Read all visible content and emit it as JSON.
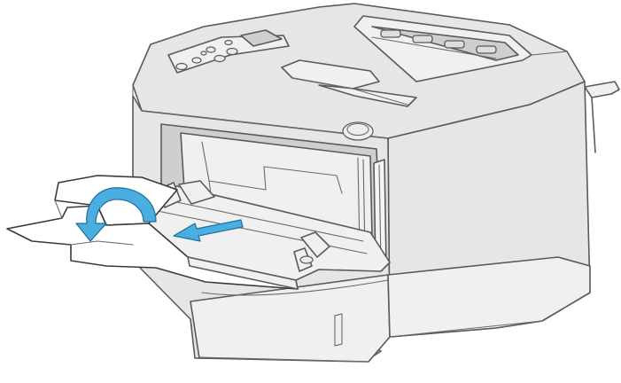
{
  "figure": {
    "subject": "printer-multipurpose-tray-extension",
    "colors": {
      "arrow": "#4aaee0",
      "arrow_outline": "#1f6f99",
      "body": "#e6e6e6",
      "outline": "#5a5a5a"
    },
    "icons": [
      "printer-body",
      "control-panel",
      "power-button",
      "mp-tray",
      "paper-support-flap",
      "curved-arrow",
      "pull-out-arrow"
    ]
  }
}
